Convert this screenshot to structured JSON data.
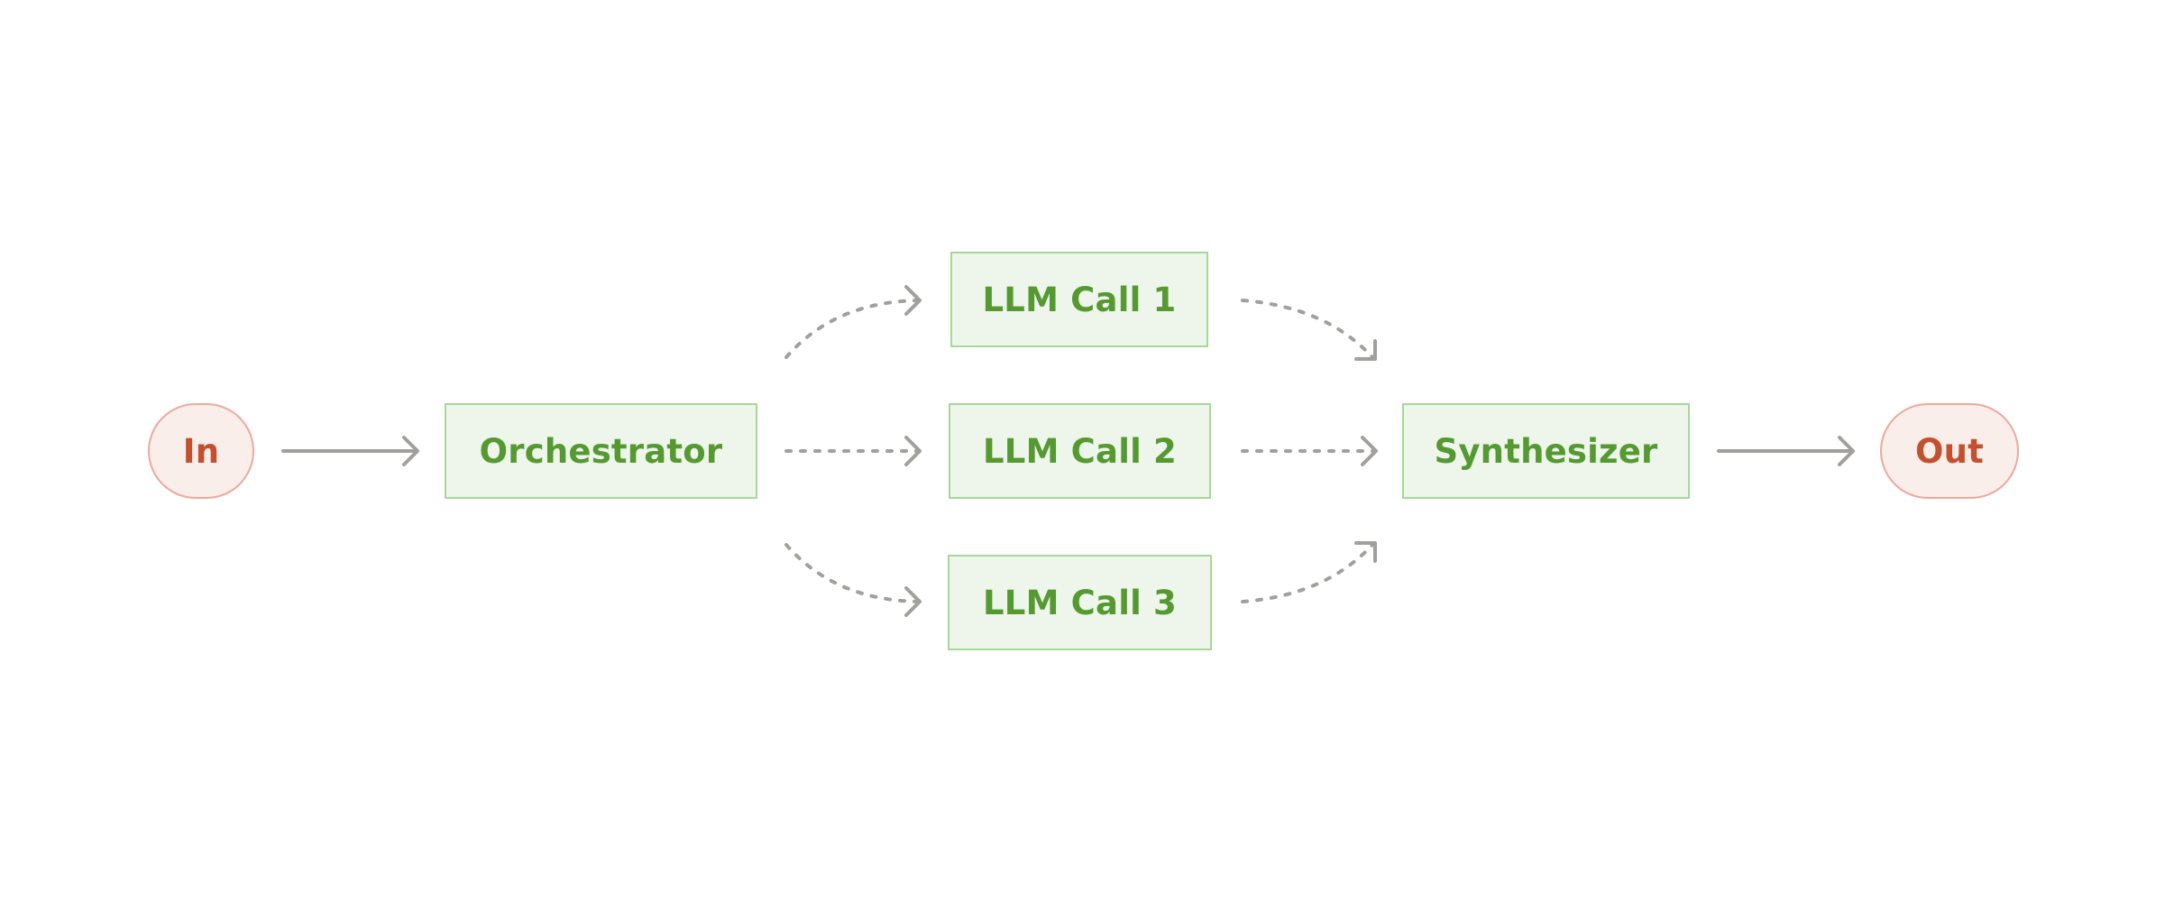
{
  "nodes": {
    "in": {
      "label": "In"
    },
    "orchestrator": {
      "label": "Orchestrator"
    },
    "llm_call_1": {
      "label": "LLM Call 1"
    },
    "llm_call_2": {
      "label": "LLM Call 2"
    },
    "llm_call_3": {
      "label": "LLM Call 3"
    },
    "synthesizer": {
      "label": "Synthesizer"
    },
    "out": {
      "label": "Out"
    }
  },
  "colors": {
    "terminal_fill": "#faeeea",
    "terminal_border": "#eea99a",
    "terminal_text": "#c3502e",
    "process_fill": "#eef5ea",
    "process_border": "#a6d898",
    "process_text": "#559931",
    "arrow": "#a1a09c"
  }
}
